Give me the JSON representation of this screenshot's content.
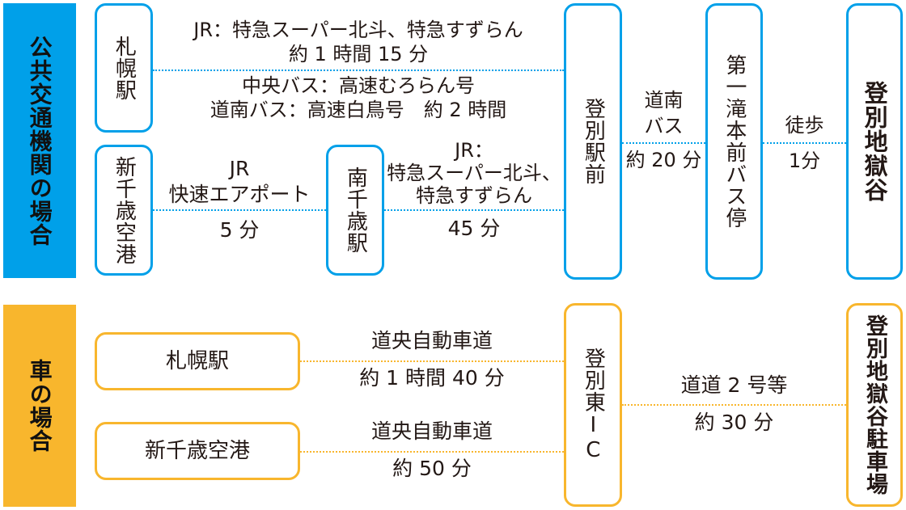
{
  "public_transport": {
    "heading": "公共交通機関の場合",
    "sapporo_station": "札幌駅",
    "new_chitose_airport": "新千歳空港",
    "minami_chitose_station": "南千歳駅",
    "noboribetsu_station_front": "登別駅前",
    "daiichi_taki_bus_stop": "第一滝本前バス停",
    "destination": "登別地獄谷",
    "route_sapporo_jr_line1": "JR：特急スーパー北斗、特急すずらん",
    "route_sapporo_jr_line2": "約 1 時間 15 分",
    "route_sapporo_bus_line1": "中央バス：高速むろらん号",
    "route_sapporo_bus_line2": "道南バス：高速白鳥号　約 2 時間",
    "route_airport_line1": "JR",
    "route_airport_line2": "快速エアポート",
    "route_airport_line3": "5 分",
    "route_minami_line1": "JR：",
    "route_minami_line2": "特急スーパー北斗、",
    "route_minami_line3": "特急すずらん",
    "route_minami_line4": "45 分",
    "route_bus_line1": "道南",
    "route_bus_line2": "バス",
    "route_bus_line3": "約 20 分",
    "route_walk_line1": "徒歩",
    "route_walk_line2": "1分"
  },
  "car": {
    "heading": "車の場合",
    "sapporo_station": "札幌駅",
    "new_chitose_airport": "新千歳空港",
    "noboribetsu_higashi_ic": "登別東IC",
    "destination": "登別地獄谷駐車場",
    "route_sapporo_line1": "道央自動車道",
    "route_sapporo_line2": "約 1 時間 40 分",
    "route_airport_line1": "道央自動車道",
    "route_airport_line2": "約 50 分",
    "route_ic_line1": "道道 2 号等",
    "route_ic_line2": "約 30 分"
  },
  "colors": {
    "public_accent": "#00a0e9",
    "car_accent": "#f8b62d"
  }
}
